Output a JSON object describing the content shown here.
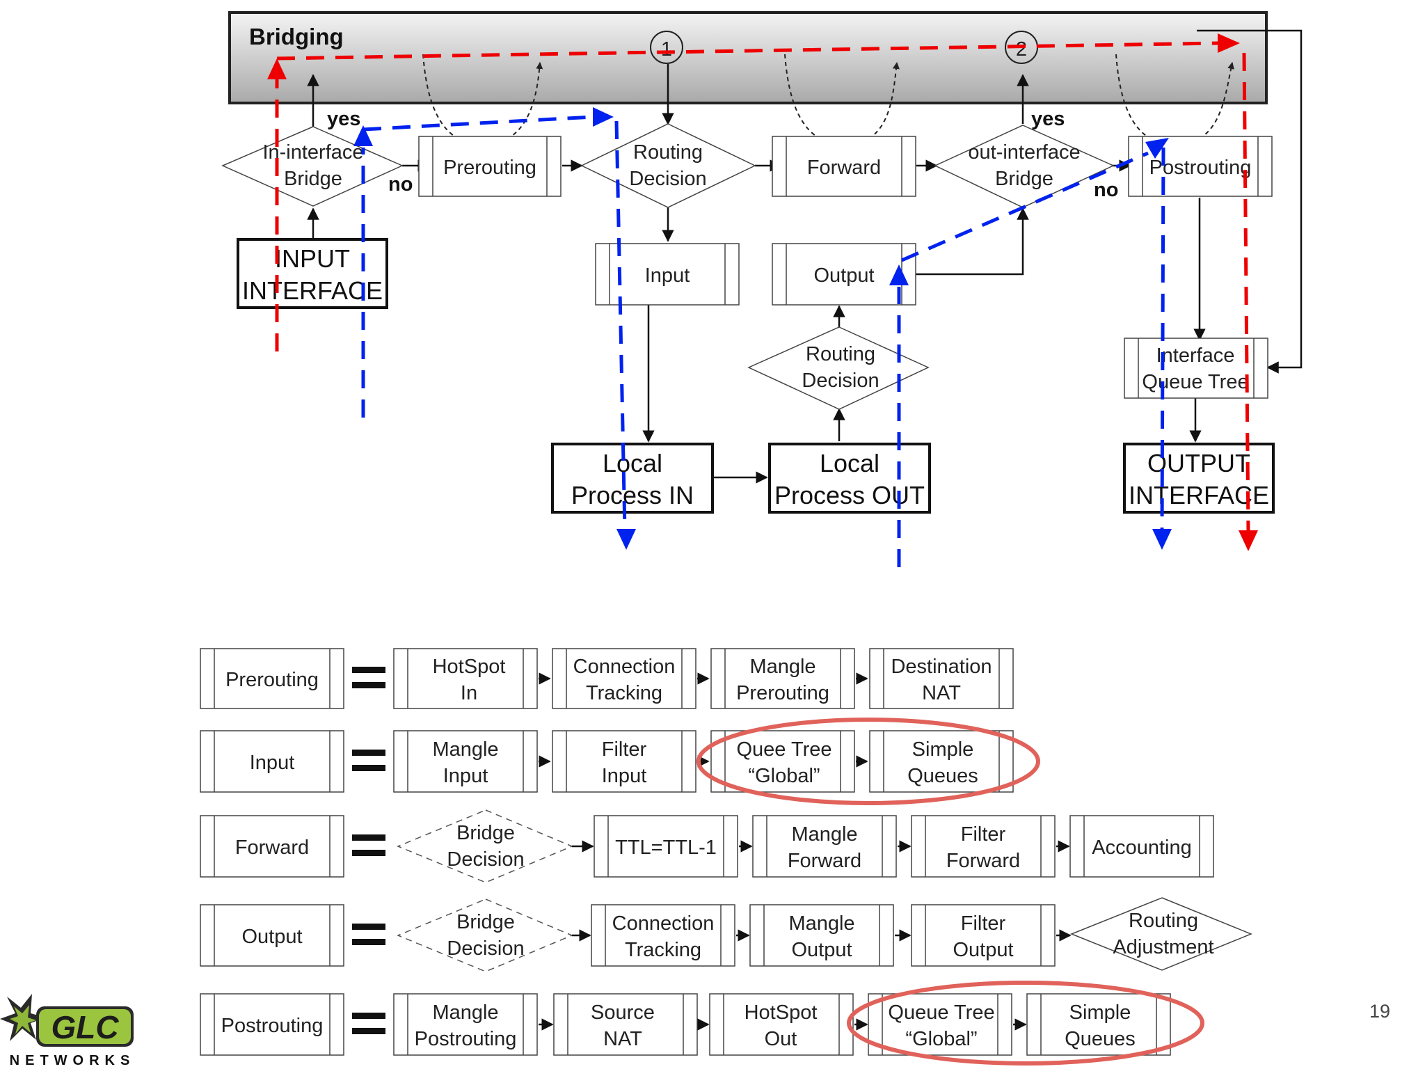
{
  "flow": {
    "bridging": "Bridging",
    "marker_1": "1",
    "marker_2": "2",
    "yes_in": "yes",
    "yes_out": "yes",
    "no_in": "no",
    "no_out": "no",
    "in_bridge": [
      "In-interface",
      "Bridge"
    ],
    "prerouting": "Prerouting",
    "routing_decision_top": [
      "Routing",
      "Decision"
    ],
    "forward": "Forward",
    "out_bridge": [
      "out-interface",
      "Bridge"
    ],
    "postrouting": "Postrouting",
    "input_interface": [
      "INPUT",
      "INTERFACE"
    ],
    "input": "Input",
    "output": "Output",
    "routing_decision_mid": [
      "Routing",
      "Decision"
    ],
    "interface_queue_tree": [
      "Interface",
      "Queue Tree"
    ],
    "local_in": [
      "Local",
      "Process IN"
    ],
    "local_out": [
      "Local",
      "Process OUT"
    ],
    "output_interface": [
      "OUTPUT",
      "INTERFACE"
    ]
  },
  "chains": {
    "prerouting": {
      "label": "Prerouting",
      "steps": [
        [
          "HotSpot",
          "In"
        ],
        [
          "Connection",
          "Tracking"
        ],
        [
          "Mangle",
          "Prerouting"
        ],
        [
          "Destination",
          "NAT"
        ]
      ]
    },
    "input": {
      "label": "Input",
      "steps": [
        [
          "Mangle",
          "Input"
        ],
        [
          "Filter",
          "Input"
        ],
        [
          "Quee Tree",
          "“Global”"
        ],
        [
          "Simple",
          "Queues"
        ]
      ]
    },
    "forward": {
      "label": "Forward",
      "bridge": [
        "Bridge",
        "Decision"
      ],
      "steps": [
        [
          "TTL=TTL-1"
        ],
        [
          "Mangle",
          "Forward"
        ],
        [
          "Filter",
          "Forward"
        ],
        [
          "Accounting"
        ]
      ]
    },
    "output": {
      "label": "Output",
      "bridge": [
        "Bridge",
        "Decision"
      ],
      "steps": [
        [
          "Connection",
          "Tracking"
        ],
        [
          "Mangle",
          "Output"
        ],
        [
          "Filter",
          "Output"
        ]
      ],
      "routing": [
        "Routing",
        "Adjustment"
      ]
    },
    "postrouting": {
      "label": "Postrouting",
      "steps": [
        [
          "Mangle",
          "Postrouting"
        ],
        [
          "Source",
          "NAT"
        ],
        [
          "HotSpot",
          "Out"
        ],
        [
          "Queue Tree",
          "“Global”"
        ],
        [
          "Simple",
          "Queues"
        ]
      ]
    }
  },
  "logo": {
    "name": "GLC",
    "sub": "NETWORKS"
  },
  "page_number": "19",
  "colors": {
    "red_path": "#ee0000",
    "blue_path": "#0022ee",
    "highlight": "#e0625a",
    "bridging_bar": "#c8c8c8"
  }
}
